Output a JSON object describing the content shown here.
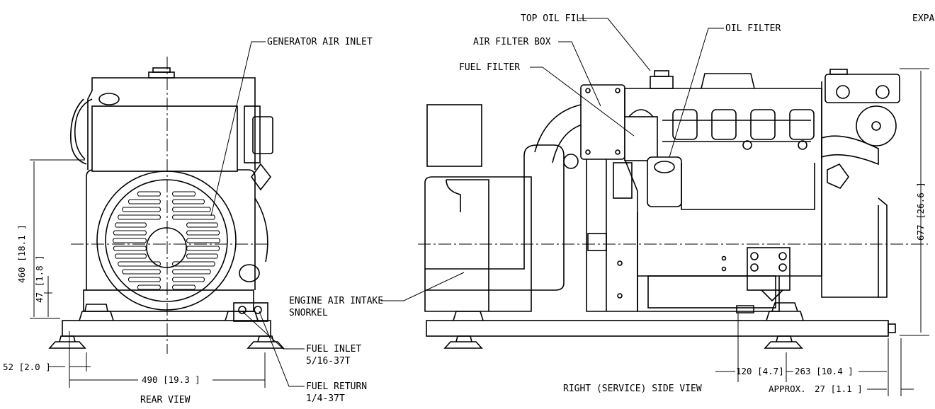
{
  "labels": {
    "generator_air_inlet": "GENERATOR AIR INLET",
    "top_oil_fill": "TOP OIL FILL",
    "oil_filter": "OIL FILTER",
    "air_filter_box": "AIR FILTER BOX",
    "fuel_filter": "FUEL FILTER",
    "expansion_partial": "EXPA",
    "engine_air_intake_line1": "ENGINE AIR INTAKE",
    "engine_air_intake_line2": "SNORKEL",
    "fuel_inlet_line1": "FUEL INLET",
    "fuel_inlet_line2": "5/16-37T",
    "fuel_return_line1": "FUEL RETURN",
    "fuel_return_line2": "1/4-37T",
    "rear_view": "REAR VIEW",
    "right_side_view": "RIGHT (SERVICE) SIDE VIEW"
  },
  "dimensions": {
    "height_460": "460 [18.1 ]",
    "height_47": "47 [1.8 ]",
    "width_52": "52 [2.0 ]",
    "width_490": "490 [19.3 ]",
    "width_120": "120 [4.7]",
    "width_263": "263 [10.4 ]",
    "approx_prefix": "APPROX.",
    "approx_27": "27 [1.1 ]",
    "height_677": "677 [26.6 ]"
  }
}
